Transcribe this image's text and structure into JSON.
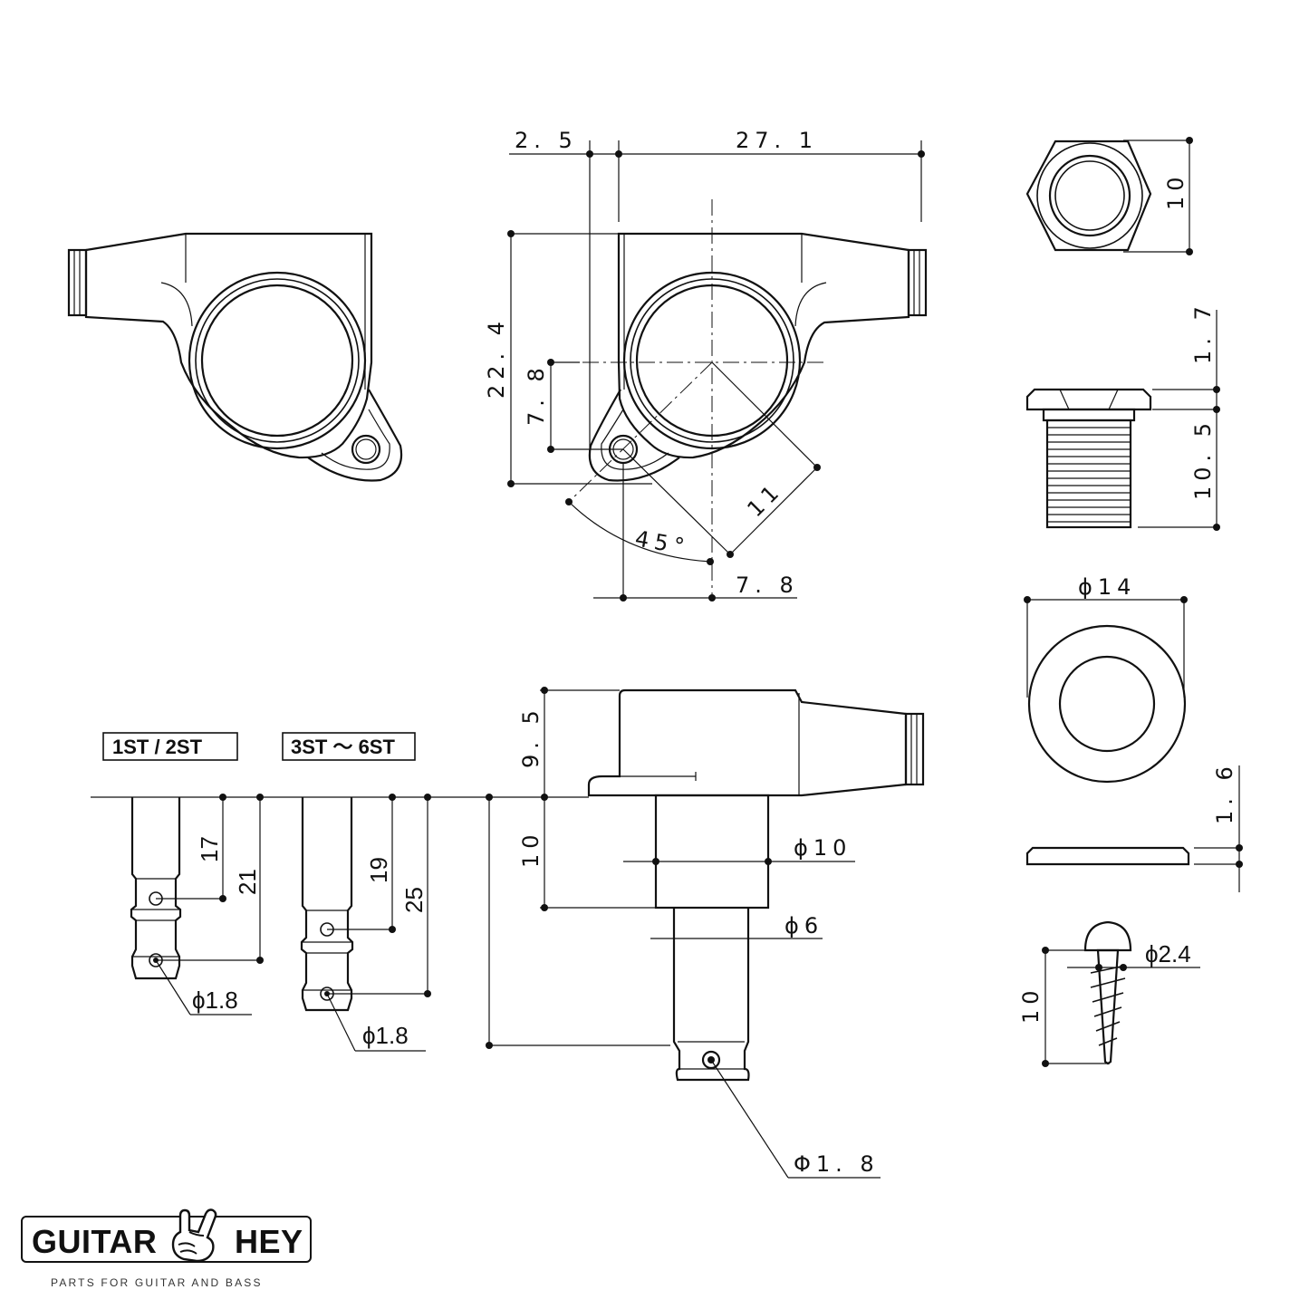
{
  "dims": {
    "d_2_5": "2. 5",
    "d_27_1": "27. 1",
    "d_10_top": "10",
    "d_22_4": "22. 4",
    "d_7_8_v": "7. 8",
    "d_11": "11",
    "d_45": "45°",
    "d_7_8_h": "7. 8",
    "d_1_7": "1. 7",
    "d_10_5": "10. 5",
    "d_phi14": "ϕ14",
    "d_1_6": "1. 6",
    "d_phi2_4": "ϕ2.4",
    "d_10_screw": "10",
    "d_9_5": "9. 5",
    "d_10_side": "10",
    "d_phi10": "ϕ10",
    "d_phi6": "ϕ6",
    "d_phi1_8_main": "Φ1. 8",
    "d_17": "17",
    "d_21": "21",
    "d_19": "19",
    "d_25": "25",
    "d_phi1_8_a": "ϕ1.8",
    "d_phi1_8_b": "ϕ1.8"
  },
  "labels": {
    "string_1_2": "1ST / 2ST",
    "string_3_6": "3ST ～ 6ST"
  },
  "brand": {
    "name_left": "GUITAR",
    "name_right": "HEY",
    "tagline": "PARTS FOR GUITAR AND BASS"
  }
}
